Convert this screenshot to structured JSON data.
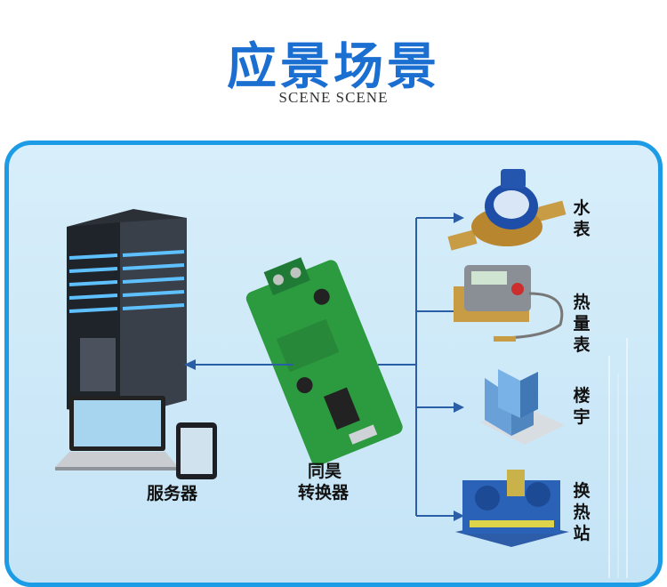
{
  "header": {
    "title": "应景场景",
    "subtitle": "SCENE SCENE"
  },
  "server": {
    "label": "服务器"
  },
  "converter": {
    "label_line1": "同昊",
    "label_line2": "转换器"
  },
  "devices": [
    {
      "label": "水表"
    },
    {
      "label": "热量表"
    },
    {
      "label": "楼宇"
    },
    {
      "label": "换热站"
    }
  ],
  "colors": {
    "accent": "#1a6fd0",
    "border": "#1c9be6",
    "panel": "#cfe9f7",
    "line": "#2a5fa8"
  }
}
